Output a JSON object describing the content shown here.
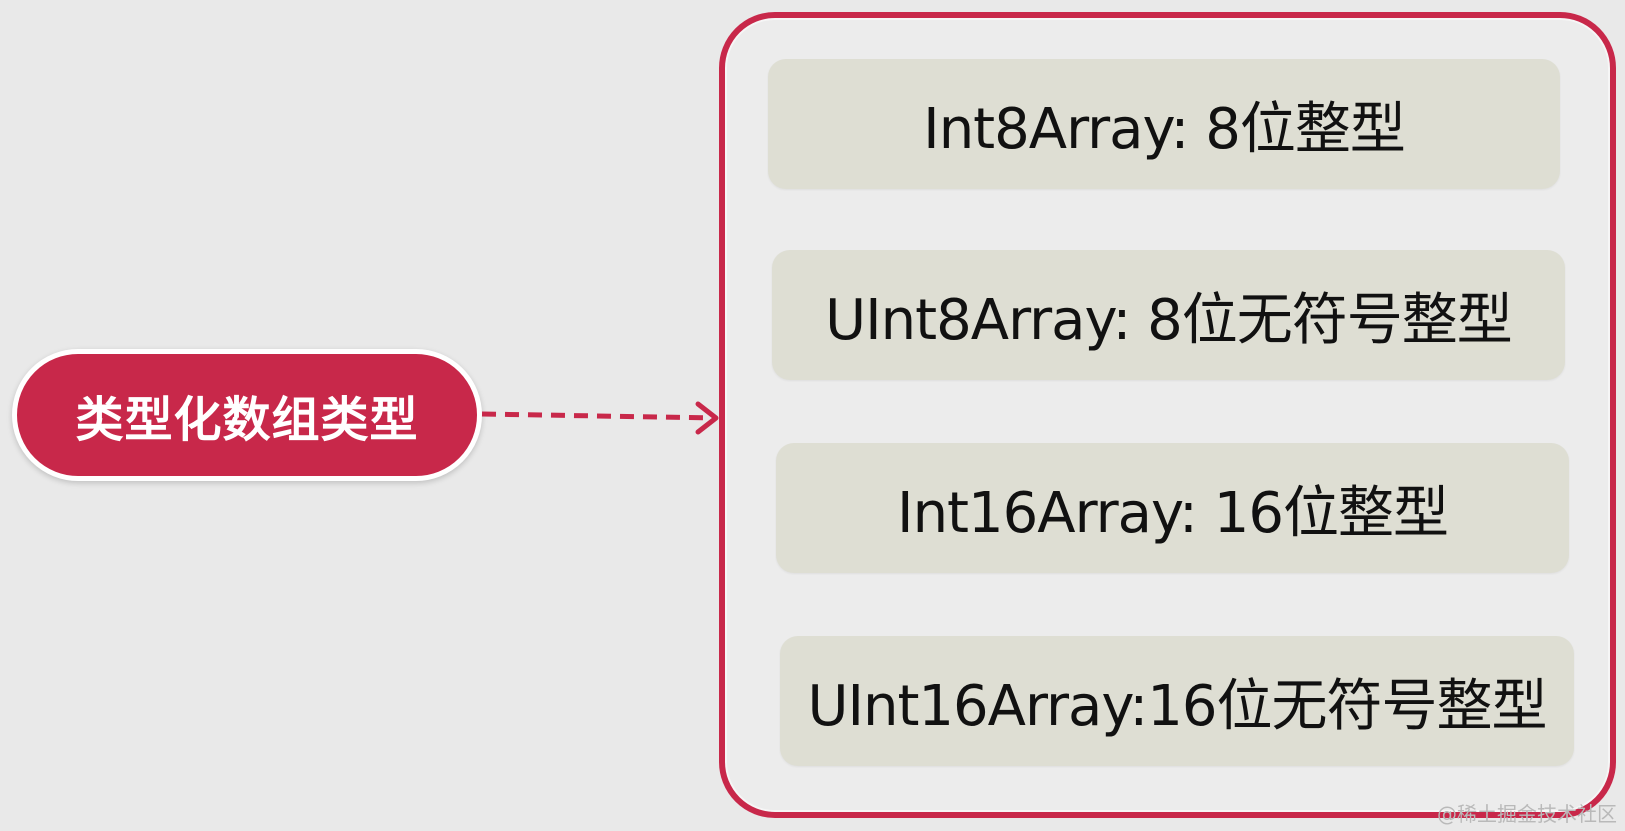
{
  "source": {
    "label": "类型化数组类型"
  },
  "items": [
    {
      "label": "Int8Array: 8位整型"
    },
    {
      "label": "UInt8Array: 8位无符号整型"
    },
    {
      "label": "Int16Array: 16位整型"
    },
    {
      "label": "UInt16Array:16位无符号整型"
    }
  ],
  "watermark": {
    "text": "@稀土掘金技术社区"
  },
  "colors": {
    "accent": "#c8284a",
    "item_fill": "#deded3",
    "background": "#e9e9e9"
  },
  "icons": {
    "connector": "dashed-arrow-icon"
  }
}
